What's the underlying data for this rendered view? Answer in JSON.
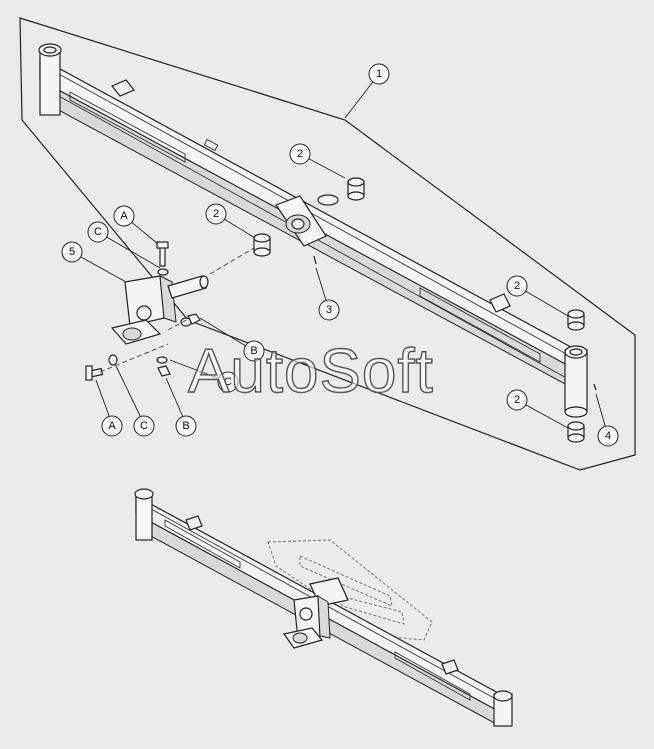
{
  "watermark": "AutoSoft",
  "callouts": {
    "c1": "1",
    "c2a": "2",
    "c2b": "2",
    "c2c": "2",
    "c2d": "2",
    "c3": "3",
    "c4": "4",
    "c5": "5",
    "cA1": "A",
    "cA2": "A",
    "cB1": "B",
    "cB2": "B",
    "cC1": "C",
    "cC2": "C",
    "cC3": "C"
  },
  "colors": {
    "background": "#ebebeb",
    "line": "#222222",
    "part_fill": "#f4f4f4"
  }
}
